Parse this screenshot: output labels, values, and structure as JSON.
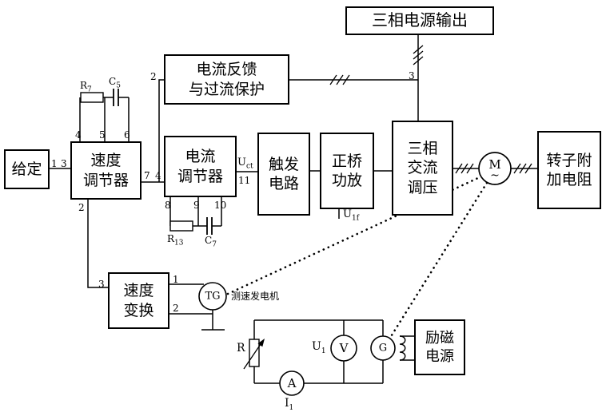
{
  "blocks": {
    "power_output": [
      "三相电源输出"
    ],
    "current_feedback": [
      "电流反馈",
      "与过流保护"
    ],
    "given": [
      "给定"
    ],
    "speed_regulator": [
      "速度",
      "调节器"
    ],
    "current_regulator": [
      "电流",
      "调节器"
    ],
    "trigger": [
      "触发",
      "电路"
    ],
    "bridge_amp": [
      "正桥",
      "功放"
    ],
    "ac_regulator": [
      "三相",
      "交流",
      "调压"
    ],
    "rotor_resistor": [
      "转子附",
      "加电阻"
    ],
    "speed_converter": [
      "速度",
      "变换"
    ],
    "excitation": [
      "励磁",
      "电源"
    ]
  },
  "circles": {
    "motor": "M",
    "motor_wave": "~",
    "tacho": "TG",
    "voltmeter": "V",
    "ammeter": "A",
    "generator": "G"
  },
  "pins": {
    "given_out": "1",
    "speed_in": "3",
    "speed_fb": [
      "4",
      "5",
      "6"
    ],
    "speed_out": "7",
    "current_in": "4",
    "speed_gnd": "2",
    "feedback_out": "2",
    "current_fb": [
      "8",
      "9",
      "10"
    ],
    "current_out": "11",
    "conv_in": "3",
    "conv_out": [
      "1",
      "2"
    ],
    "phase_count": "3"
  },
  "components": {
    "r7": {
      "base": "R",
      "sub": "7"
    },
    "c5": {
      "base": "C",
      "sub": "5"
    },
    "r13": {
      "base": "R",
      "sub": "13"
    },
    "c7": {
      "base": "C",
      "sub": "7"
    },
    "rheostat": "R"
  },
  "signals": {
    "uct": {
      "base": "U",
      "sub": "ct"
    },
    "u1f": {
      "base": "U",
      "sub": "1f"
    },
    "u1": {
      "base": "U",
      "sub": "1"
    },
    "i1": {
      "base": "I",
      "sub": "1"
    }
  },
  "captions": {
    "tacho": "测速发电机"
  },
  "colors": {
    "line": "#000000",
    "background": "#ffffff"
  }
}
